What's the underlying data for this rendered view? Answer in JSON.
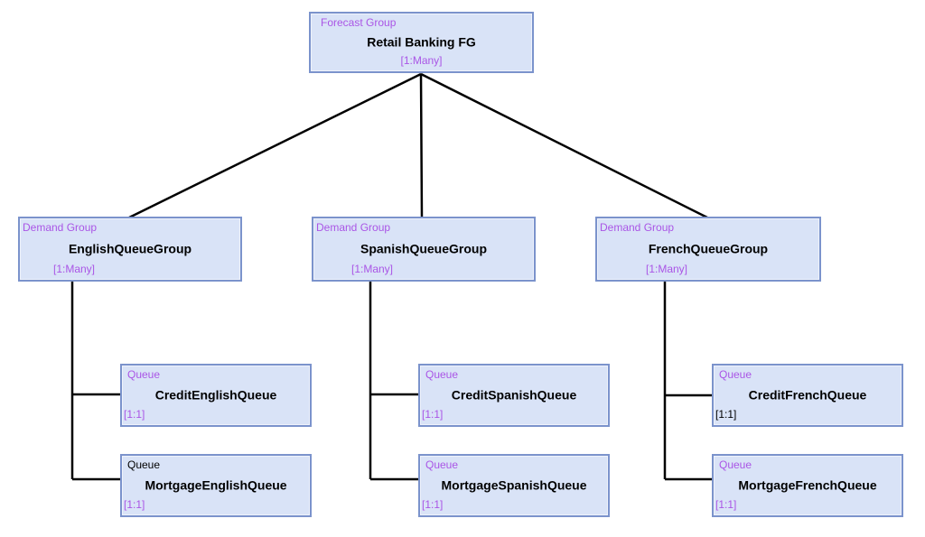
{
  "colors": {
    "box_fill": "#d9e3f7",
    "box_border": "#7b93cc",
    "purple": "#aa55e6",
    "black": "#000000",
    "connector": "#000000",
    "background": "#ffffff"
  },
  "nodes": {
    "fg": {
      "type_label": "Forecast Group",
      "name": "Retail Banking FG",
      "cardinality": "[1:Many]",
      "type_color": "#aa55e6",
      "card_color": "#aa55e6"
    },
    "dg_english": {
      "type_label": "Demand Group",
      "name": "EnglishQueueGroup",
      "cardinality": "[1:Many]",
      "type_color": "#aa55e6",
      "card_color": "#aa55e6"
    },
    "dg_spanish": {
      "type_label": "Demand Group",
      "name": "SpanishQueueGroup",
      "cardinality": "[1:Many]",
      "type_color": "#aa55e6",
      "card_color": "#aa55e6"
    },
    "dg_french": {
      "type_label": "Demand Group",
      "name": "FrenchQueueGroup",
      "cardinality": "[1:Many]",
      "type_color": "#aa55e6",
      "card_color": "#aa55e6"
    },
    "q_credit_english": {
      "type_label": "Queue",
      "name": "CreditEnglishQueue",
      "cardinality": "[1:1]",
      "type_color": "#aa55e6",
      "card_color": "#aa55e6"
    },
    "q_mortgage_english": {
      "type_label": "Queue",
      "name": "MortgageEnglishQueue",
      "cardinality": "[1:1]",
      "type_color": "#000000",
      "card_color": "#aa55e6"
    },
    "q_credit_spanish": {
      "type_label": "Queue",
      "name": "CreditSpanishQueue",
      "cardinality": "[1:1]",
      "type_color": "#aa55e6",
      "card_color": "#aa55e6"
    },
    "q_mortgage_spanish": {
      "type_label": "Queue",
      "name": "MortgageSpanishQueue",
      "cardinality": "[1:1]",
      "type_color": "#aa55e6",
      "card_color": "#aa55e6"
    },
    "q_credit_french": {
      "type_label": "Queue",
      "name": "CreditFrenchQueue",
      "cardinality": "[1:1]",
      "type_color": "#aa55e6",
      "card_color": "#000000"
    },
    "q_mortgage_french": {
      "type_label": "Queue",
      "name": "MortgageFrenchQueue",
      "cardinality": "[1:1]",
      "type_color": "#aa55e6",
      "card_color": "#aa55e6"
    }
  }
}
